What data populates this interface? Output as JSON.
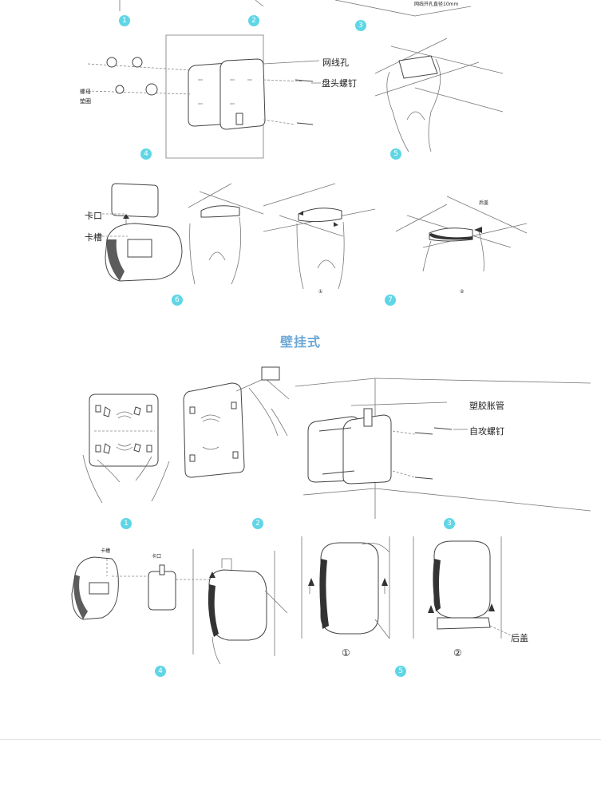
{
  "top": {
    "hole_note": "网线开孔直径10mm",
    "steps_row1": [
      "1",
      "2",
      "3"
    ],
    "label_cable_hole": "网线孔",
    "label_pan_screw": "盘头螺钉",
    "label_nut": "螺母",
    "label_washer": "垫圈",
    "steps_row2": [
      "4",
      "5"
    ],
    "label_clip": "卡口",
    "label_slot": "卡槽",
    "label_back_cover_small": "后盖",
    "sub_steps": [
      "①",
      "②"
    ],
    "steps_row3": [
      "6",
      "7"
    ]
  },
  "wall": {
    "title": "壁挂式",
    "label_plastic_anchor": "塑胶胀管",
    "label_tapping_screw": "自攻螺钉",
    "steps_row1": [
      "1",
      "2",
      "3"
    ],
    "label_slot_small": "卡槽",
    "label_clip_small": "卡口",
    "label_back_cover": "后盖",
    "sub_steps": [
      "①",
      "②"
    ],
    "steps_row2": [
      "4",
      "5"
    ]
  }
}
